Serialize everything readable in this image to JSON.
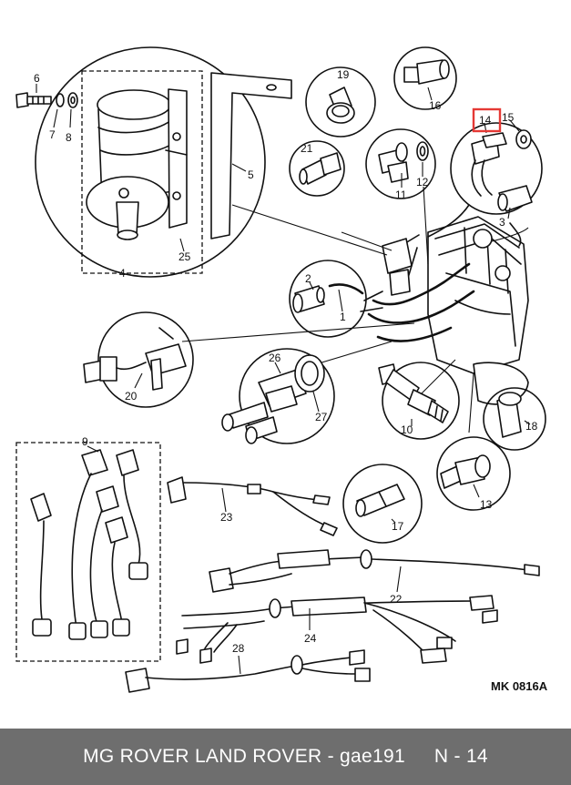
{
  "callouts": {
    "c1": "1",
    "c2": "2",
    "c3": "3",
    "c4": "4",
    "c5": "5",
    "c6": "6",
    "c7": "7",
    "c8": "8",
    "c9": "9",
    "c10": "10",
    "c11": "11",
    "c12": "12",
    "c13": "13",
    "c14": "14",
    "c15": "15",
    "c16": "16",
    "c17": "17",
    "c18": "18",
    "c19": "19",
    "c20": "20",
    "c21": "21",
    "c22": "22",
    "c23": "23",
    "c24": "24",
    "c25": "25",
    "c26": "26",
    "c27": "27",
    "c28": "28"
  },
  "highlighted_callout": "14",
  "highlight_color": "#e53935",
  "reference_code": "MK 0816A",
  "footer": {
    "title": "MG ROVER LAND ROVER - gae191",
    "page": "N - 14",
    "background": "#6e6e6e",
    "text_color": "#ffffff"
  }
}
